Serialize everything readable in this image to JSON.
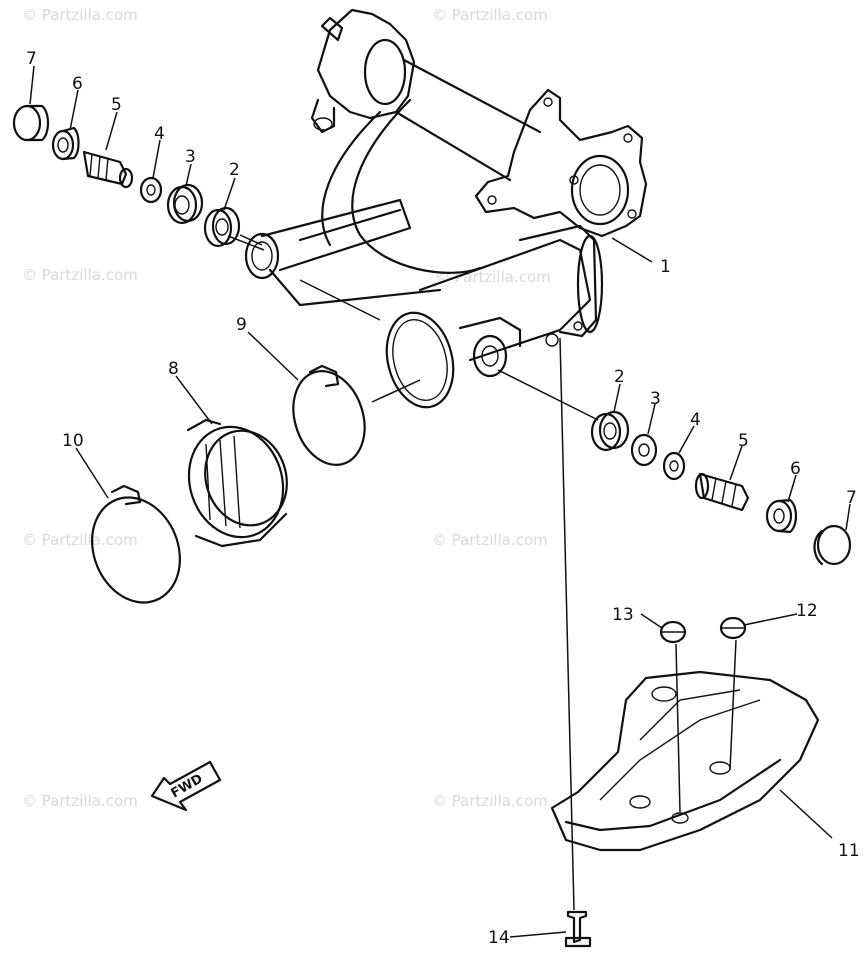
{
  "watermark": "© Partzilla.com",
  "fwd_label": "FWD",
  "callouts": {
    "c1": "1",
    "c2_left": "2",
    "c3_left": "3",
    "c4_left": "4",
    "c5_left": "5",
    "c6_left": "6",
    "c7_left": "7",
    "c2_right": "2",
    "c3_right": "3",
    "c4_right": "4",
    "c5_right": "5",
    "c6_right": "6",
    "c7_right": "7",
    "c8": "8",
    "c9": "9",
    "c10": "10",
    "c11": "11",
    "c12": "12",
    "c13": "13",
    "c14": "14"
  }
}
